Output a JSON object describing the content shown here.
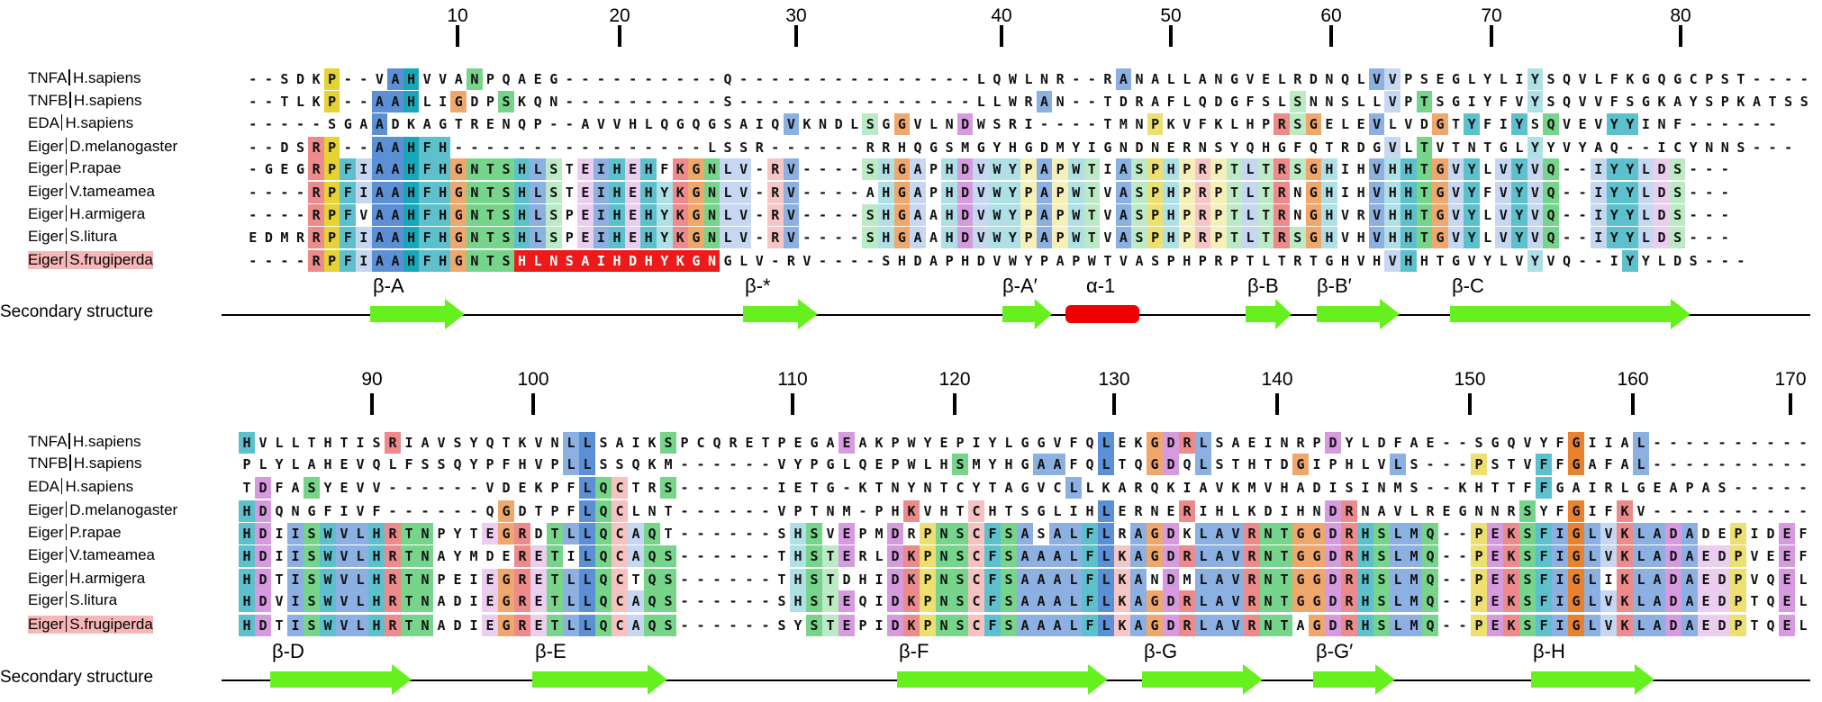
{
  "ss_row_label": "Secondary structure",
  "species": [
    {
      "gene": "TNFA",
      "organism": "H.sapiens"
    },
    {
      "gene": "TNFB",
      "organism": "H.sapiens"
    },
    {
      "gene": "EDA",
      "organism": "H.sapiens"
    },
    {
      "gene": "Eiger",
      "organism": "D.melanogaster"
    },
    {
      "gene": "Eiger",
      "organism": "P.rapae"
    },
    {
      "gene": "Eiger",
      "organism": "V.tameamea"
    },
    {
      "gene": "Eiger",
      "organism": "H.armigera"
    },
    {
      "gene": "Eiger",
      "organism": "S.litura"
    },
    {
      "gene": "Eiger",
      "organism": "S.frugiperda",
      "highlight": true
    }
  ],
  "blocks": [
    {
      "ruler": [
        "10",
        "20",
        "30",
        "40",
        "50",
        "60",
        "70",
        "80"
      ],
      "sequences": [
        "--SDKP--VAHVVANPQAEG----------Q---------------LQWLNR--RANALLANGVELRDNQLVVPSEGLYLIYSQVLFKGQGCPST----",
        "--TLKP--AAHLIGDPSKQN----------S---------------LLWRAN--TDRAFLQDGFSLSNNSLLVPTSGIYFVYSQVVFSGKAYSPKATSS",
        "-----SGAADKAGTRENQP--AVVHLQGQGSAIQVKNDLSGGVLNDWSRI----TMNPKVFKLHPRSGELEVLVDGTYFIYSQVEVYYINF------",
        "--DSRP--AAHFH----------------LSSR------RRHQGSMGYHGDMYIGNDNERNSYQHGFQTRDGVLTVTNTGLYYVYAQ--ICYNNS---",
        "-GEGRPFIAAHFHGNTSHLSTEIHEHFKGNLV-RV----SHGAPHDVWYPAPWTIASPHPRPTLTRSGHIHVHHTGVYLVYVQ--IYYLDS---",
        "----RPFIAAHFHGNTSHLSTEIHEHYKGNLV-RV----AHGAPHDVWYPAPWTVASPHPRPTLTRNGHIHVHHTGVYFVYVQ--IYYLDS---",
        "----RPFVAAHFHGNTSHLSPEIHEHYKGNLV-RV----SHGAAHDVWYPAPWTVASPHPRPTLTRNGHVRVHHTGVYLVYVQ--IYYLDS---",
        "EDMRRPFIAAHFHGNTSHLSPEIHEHYKGNLV-RV----SHGAAHDVWYPAPWTVASPHPRPTLTRSGHVHVHHTGVYLVYVQ--IYYLDS---",
        "----RPFIAAHFHGNTSHLNSAIHDHYKGNGLV-RV----SHDAPHDVWYPAPWTVASPHPRPTLTRTGHVHVHHTGVYLVYVQ--IYYLDS---"
      ],
      "structures": [
        {
          "type": "strand",
          "label": "β-A"
        },
        {
          "type": "strand",
          "label": "β-*"
        },
        {
          "type": "strand",
          "label": "β-A′"
        },
        {
          "type": "helix",
          "label": "α-1"
        },
        {
          "type": "strand",
          "label": "β-B"
        },
        {
          "type": "strand",
          "label": "β-B′"
        },
        {
          "type": "strand",
          "label": "β-C"
        }
      ]
    },
    {
      "ruler": [
        "90",
        "100",
        "110",
        "120",
        "130",
        "140",
        "150",
        "160",
        "170"
      ],
      "sequences": [
        "HVLLTHTISRIAVSYQTKVNLLSAIKSPCQRETPEGAEAKPWYEPIYLGGVFQLEKGDRLSAEINRPDYLDFAE--SGQVYFGIIAL----------",
        "PLYLAHEVQLFSSQYPFHVPLLSSQKM------VYPGLQEPWLHSMYHGAAFQLTQGDQLSTHTDGIPHLVLS---PSTVFFGAFAL----------",
        "TDFASYEVV------VDEKPFLQCTRS------IETG-KTNYNTCYTAGVCLLKARQKIAVKMVHADISINMS--KHTTFFGAIRLGEAPAS-----",
        "HDQNGFIVF------QGDTPFLQCLNT------VPTNM-PHKVHTCHTSGLIHLERNERIHLKDIHNDRNAVLREGNNRSYFGIFKV----------",
        "HDIISWVLHRTNPYTEGRDTLLQCAQT------SHSVEPMDRPNSCFSASALFLRAGDKLAVRNTGGDRHSLMQ--PEKSFIGLVKLADADEPIDEF",
        "HDIISWVLHRTNAYMDERETILQCAQS------THSTERLDKPNSCFSAAALFLKAGDRLAVRNTGGDRHSLMQ--PEKSFIGLVKLADAEDPVEEF",
        "HDTISWVLHRTNPEIEGRETLLQCTQS------THSTDHIDKPNSCFSAAALFLKANDMLAVRNTGGDRHSLMQ--PEKSFIGLIKLADAEDPVQEL",
        "HDVISWVLHRTNADIEGRETLLQCAQS------SHSTEQIDKPNSCFSAAALFLKAGDRLAVRNTGGDRHSLMQ--PEKSFIGLVKLADAEDPTQEL",
        "HDTISWVLHRTNADIEGRETLLQCAQS------SYSTEPIDKPNSCFSAAALFLKAGDRLAVRNTAGDRHSLMQ--PEKSFIGLVKLADAEDPTQEL"
      ],
      "structures": [
        {
          "type": "strand",
          "label": "β-D"
        },
        {
          "type": "strand",
          "label": "β-E"
        },
        {
          "type": "strand",
          "label": "β-F"
        },
        {
          "type": "strand",
          "label": "β-G"
        },
        {
          "type": "strand",
          "label": "β-G′"
        },
        {
          "type": "strand",
          "label": "β-H"
        }
      ]
    }
  ],
  "insert_highlight": {
    "block": 0,
    "row": 8,
    "text": "HLNSAIHDHYKGN",
    "color": "#ee1a1a"
  },
  "residue_colors": {
    "hydrophobic": "#5b8fd6",
    "aromatic": "#17a7b8",
    "glycine": "#e8822e",
    "proline": "#e6d233",
    "polar": "#3cc25a",
    "acidic": "#c56fd1",
    "basic": "#e5595a",
    "cysteine": "#f2a6a6"
  },
  "structure_colors": {
    "strand": "#66f01e",
    "helix": "#f00000"
  }
}
